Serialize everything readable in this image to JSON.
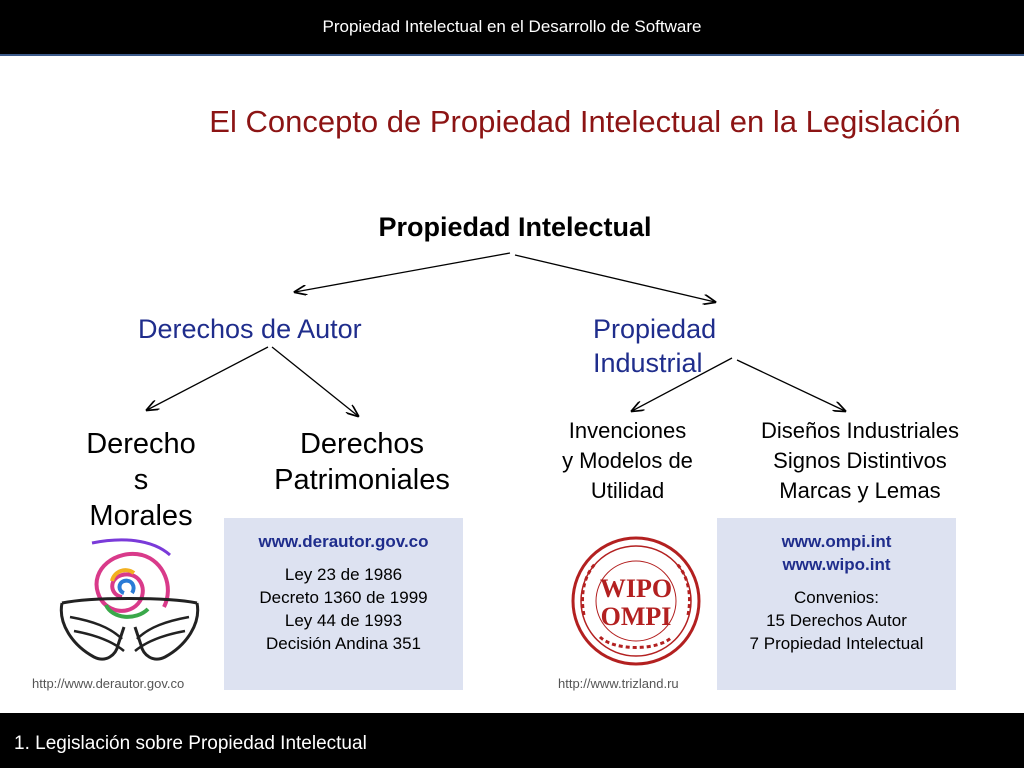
{
  "header": {
    "title": "Propiedad Intelectual en el Desarrollo de Software"
  },
  "slide": {
    "title": "El Concepto de Propiedad Intelectual en la Legislación"
  },
  "diagram": {
    "root": "Propiedad Intelectual",
    "branch_autor": "Derechos de Autor",
    "branch_industrial_line1": "Propiedad",
    "branch_industrial_line2": "Industrial",
    "leaf_morales": [
      "Derecho",
      "s",
      "Morales"
    ],
    "leaf_patrimoniales": [
      "Derechos",
      "Patrimoniales"
    ],
    "leaf_invenciones": [
      "Invenciones",
      "y Modelos de",
      "Utilidad"
    ],
    "leaf_disenos": [
      "Diseños Industriales",
      "Signos Distintivos",
      "Marcas y Lemas"
    ]
  },
  "box_left": {
    "url": "www.derautor.gov.co",
    "lines": [
      "Ley 23 de 1986",
      "Decreto 1360 de 1999",
      "Ley 44 de 1993",
      "Decisión Andina 351"
    ]
  },
  "box_right": {
    "urls": [
      "www.ompi.int",
      "www.wipo.int"
    ],
    "lines": [
      "Convenios:",
      "15 Derechos Autor",
      "7 Propiedad Intelectual"
    ]
  },
  "images": {
    "left_icon": "hands-spiral-icon",
    "left_caption": "http://www.derautor.gov.co",
    "right_logo": "wipo-ompi-seal",
    "right_logo_text": [
      "WIPO",
      "OMPI"
    ],
    "right_caption": "http://www.trizland.ru"
  },
  "footer": {
    "label": "1. Legislación sobre Propiedad Intelectual"
  },
  "colors": {
    "title": "#8c1414",
    "branch": "#1f2d8c",
    "box_bg": "#dde2f1",
    "seal": "#b32020"
  }
}
